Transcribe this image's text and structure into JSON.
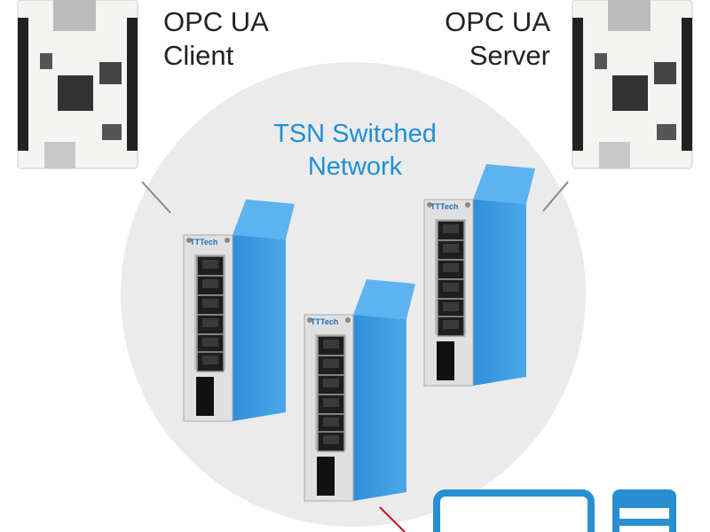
{
  "labels": {
    "client": [
      "OPC UA",
      "Client"
    ],
    "server": [
      "OPC UA",
      "Server"
    ],
    "network": [
      "TSN Switched",
      "Network"
    ]
  },
  "switch_logo": "TTTech",
  "colors": {
    "accent": "#1f8fd6",
    "switch_blue": "#3a9be0",
    "network_bg": "#ebebeb",
    "link_red": "#c8102e",
    "link_gray": "#888888"
  }
}
